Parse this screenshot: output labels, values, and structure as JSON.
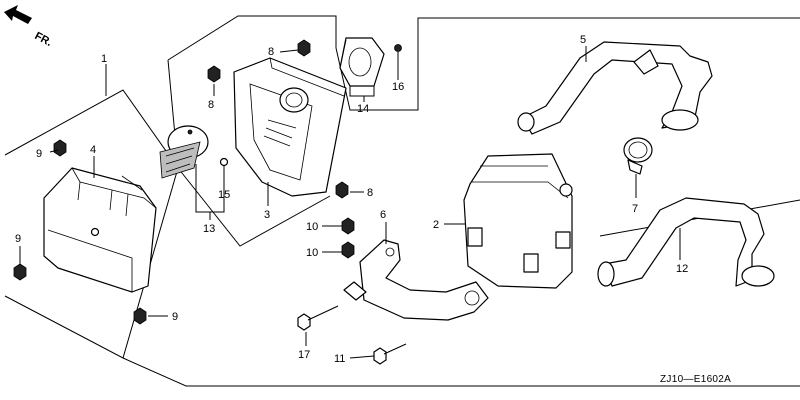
{
  "diagram": {
    "orientation_label": "FR.",
    "drawing_code": "ZJ10—E1602A",
    "callouts": [
      "1",
      "2",
      "3",
      "4",
      "5",
      "6",
      "7",
      "8",
      "8",
      "8",
      "9",
      "9",
      "9",
      "10",
      "10",
      "11",
      "12",
      "13",
      "14",
      "15",
      "16",
      "17"
    ]
  }
}
